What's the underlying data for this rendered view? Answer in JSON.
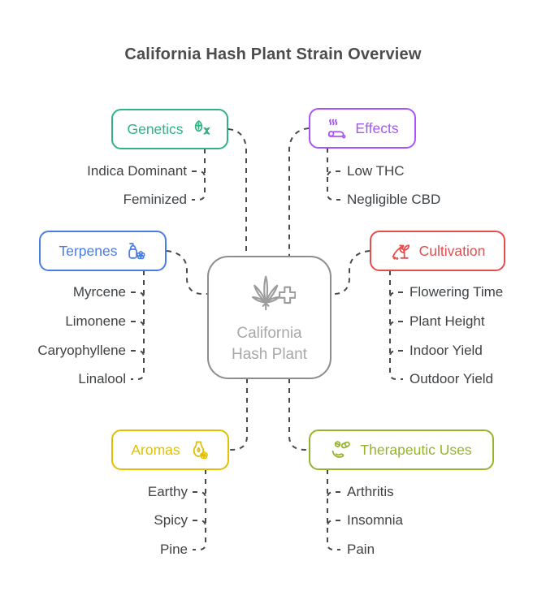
{
  "title": "California Hash Plant Strain Overview",
  "center": {
    "label": "California\nHash Plant",
    "icon": "cannabis-leaf-medical-icon",
    "border_color": "#8d8d8d",
    "text_color": "#a8a8a8",
    "icon_color": "#9c9c9c"
  },
  "branches": [
    {
      "id": "genetics",
      "label": "Genetics",
      "color": "#2db482",
      "icon": "seed-dna-icon",
      "icon_side": "right",
      "children": [
        "Indica Dominant",
        "Feminized"
      ]
    },
    {
      "id": "effects",
      "label": "Effects",
      "color": "#a855f7",
      "icon": "relaxation-steam-icon",
      "icon_side": "left",
      "children": [
        "Low THC",
        "Negligible CBD"
      ]
    },
    {
      "id": "terpenes",
      "label": "Terpenes",
      "color": "#4a7de2",
      "icon": "spray-bottle-flower-icon",
      "icon_side": "right",
      "children": [
        "Myrcene",
        "Limonene",
        "Caryophyllene",
        "Linalool"
      ]
    },
    {
      "id": "cultivation",
      "label": "Cultivation",
      "color": "#e64c4b",
      "icon": "plant-growth-arrow-icon",
      "icon_side": "left",
      "children": [
        "Flowering Time",
        "Plant Height",
        "Indoor Yield",
        "Outdoor Yield"
      ]
    },
    {
      "id": "aromas",
      "label": "Aromas",
      "color": "#e0c000",
      "icon": "oil-burner-flower-icon",
      "icon_side": "right",
      "children": [
        "Earthy",
        "Spicy",
        "Pine"
      ]
    },
    {
      "id": "therapeutic",
      "label": "Therapeutic Uses",
      "color": "#96b32e",
      "icon": "hand-pills-icon",
      "icon_side": "left",
      "children": [
        "Arthritis",
        "Insomnia",
        "Pain"
      ]
    }
  ],
  "colors": {
    "background": "#ffffff",
    "title_text": "#4c4c4c",
    "leaf_text": "#3f4245",
    "connector": "#4a4a4a"
  }
}
